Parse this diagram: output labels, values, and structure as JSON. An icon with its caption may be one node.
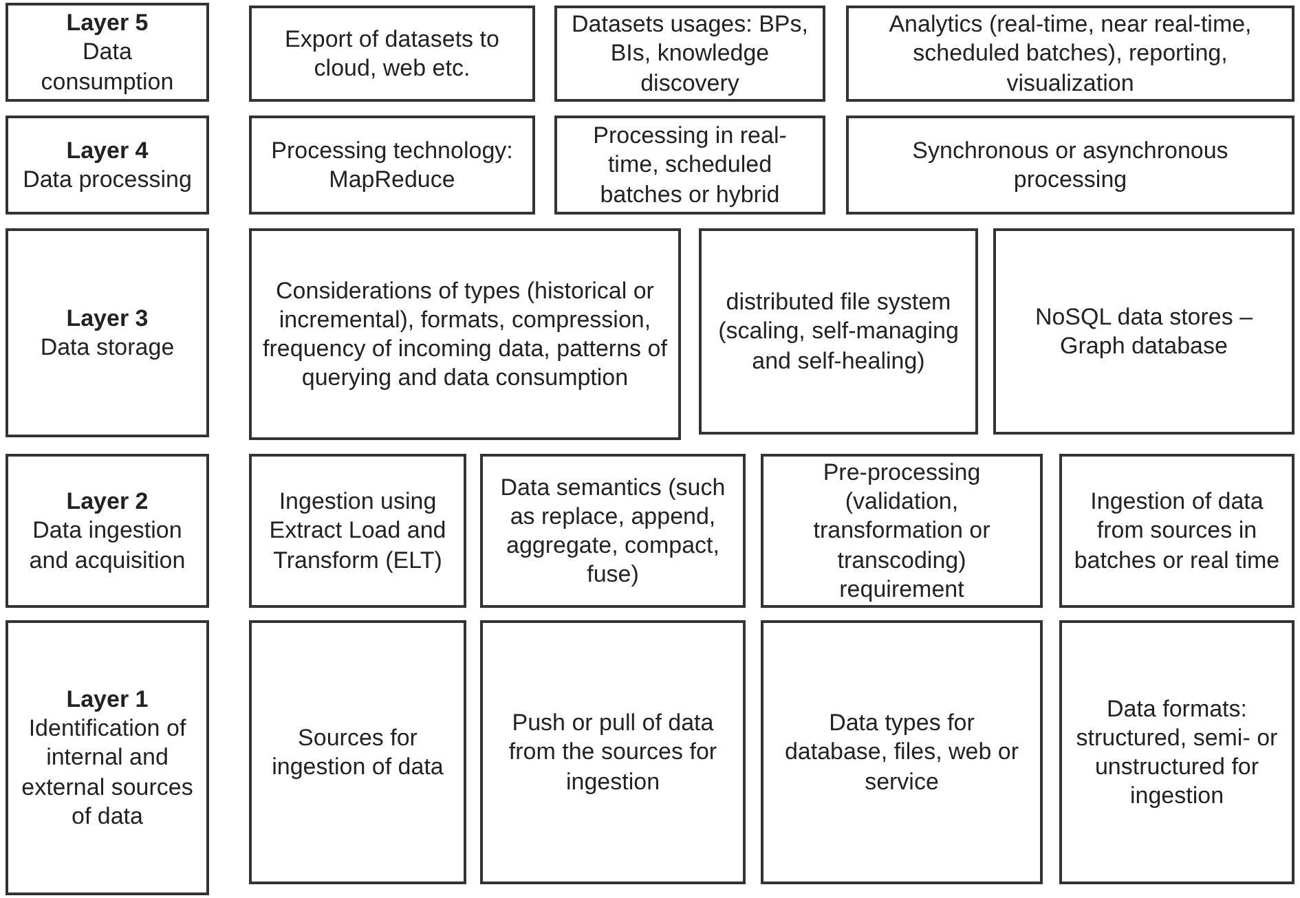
{
  "diagram": {
    "nodes": [
      {
        "text": [
          "Layer 5",
          "Data consumption"
        ]
      },
      {
        "text": [
          "Export of datasets to cloud, web etc."
        ]
      },
      {
        "text": [
          "Datasets usages: BPs, BIs, knowledge discovery"
        ]
      },
      {
        "text": [
          "Analytics (real-time, near real-time, scheduled batches), reporting, visualization"
        ]
      },
      {
        "text": [
          "Layer 4",
          "Data processing"
        ]
      },
      {
        "text": [
          "Processing technology: MapReduce"
        ]
      },
      {
        "text": [
          "Processing in real-time, scheduled batches or hybrid"
        ]
      },
      {
        "text": [
          "Synchronous or asynchronous processing"
        ]
      },
      {
        "text": [
          "Layer 3",
          "Data storage"
        ]
      },
      {
        "text": [
          "Considerations of types (historical or incremental), formats, compression, frequency of incoming data, patterns of querying and data consumption"
        ]
      },
      {
        "text": [
          "distributed file system (scaling, self-managing and self-healing)"
        ]
      },
      {
        "text": [
          "NoSQL data stores – Graph database"
        ]
      },
      {
        "text": [
          "Layer 2",
          "Data ingestion and acquisition"
        ]
      },
      {
        "text": [
          "Ingestion using Extract Load and Transform (ELT)"
        ]
      },
      {
        "text": [
          "Data semantics (such as replace, append, aggregate, compact, fuse)"
        ]
      },
      {
        "text": [
          "Pre-processing (validation, transformation or transcoding) requirement"
        ]
      },
      {
        "text": [
          "Ingestion of data from sources in batches or real time"
        ]
      },
      {
        "text": [
          "Layer 1",
          "Identification of internal and external sources of data"
        ]
      },
      {
        "text": [
          "Sources for ingestion of data"
        ]
      },
      {
        "text": [
          "Push or pull of data from the sources for ingestion"
        ]
      },
      {
        "text": [
          "Data types for database, files, web or service"
        ]
      },
      {
        "text": [
          "Data formats: structured, semi- or unstructured for ingestion"
        ]
      }
    ]
  }
}
